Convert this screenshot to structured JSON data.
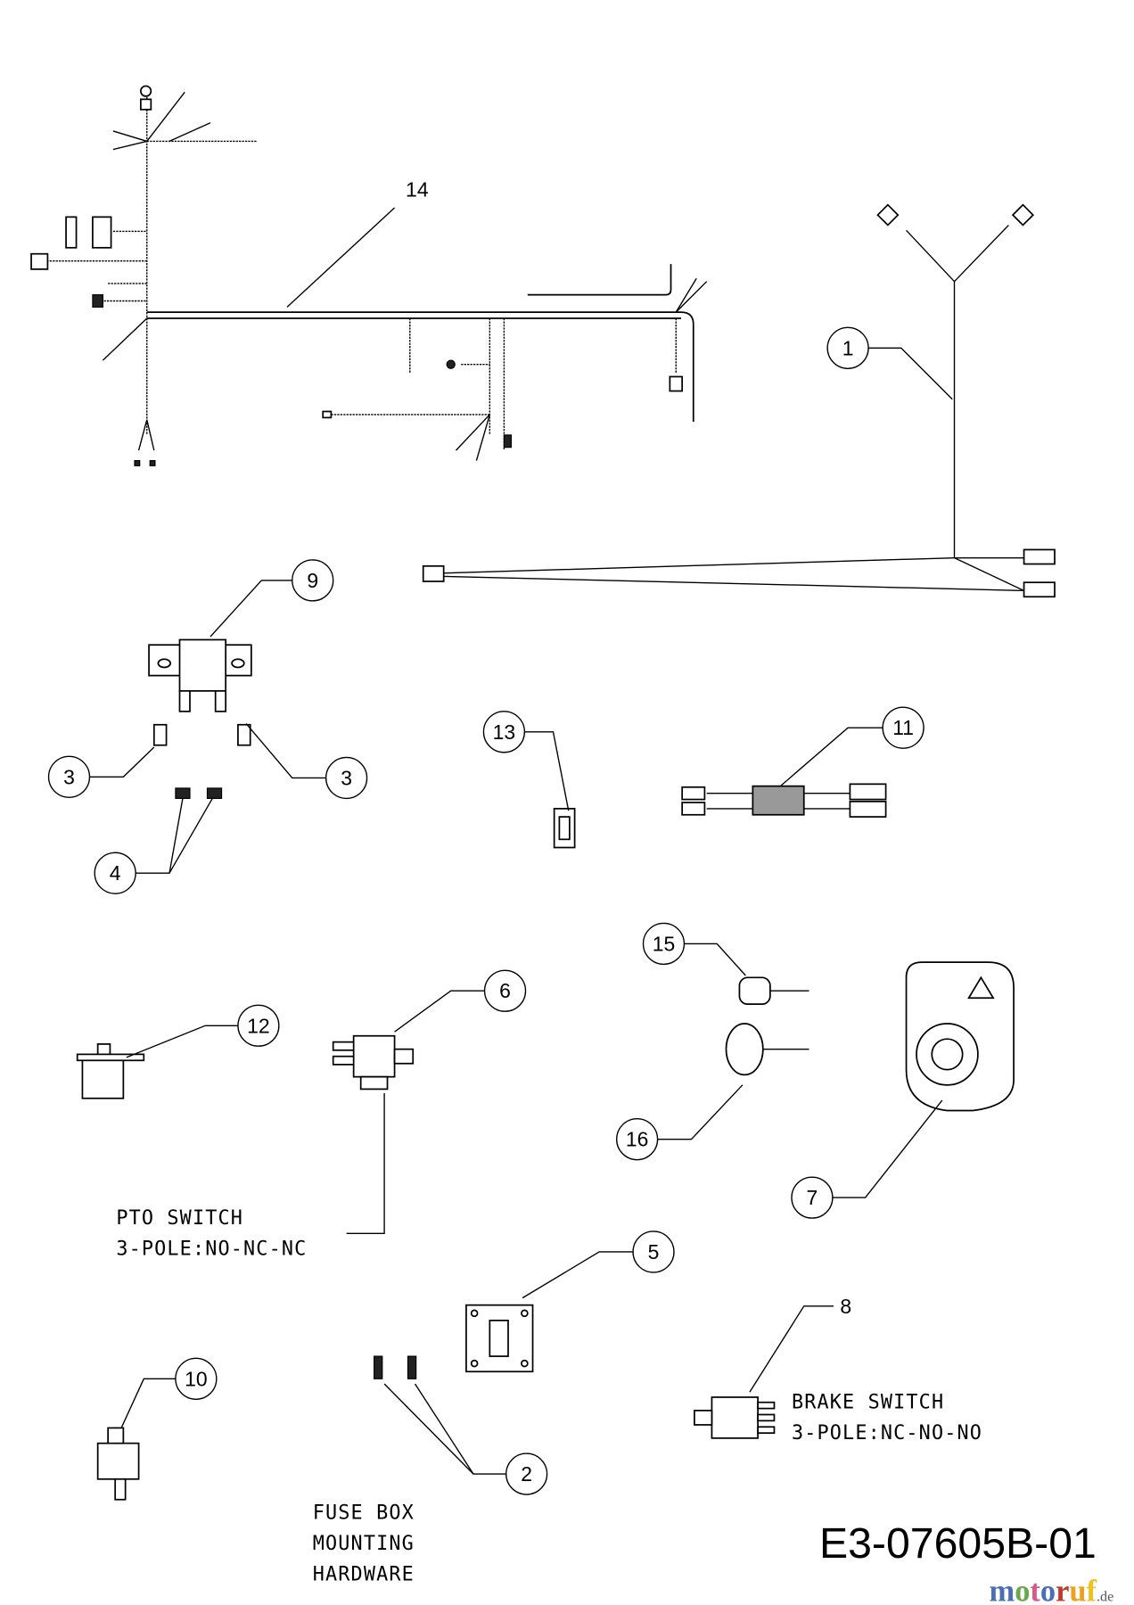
{
  "diagram": {
    "drawing_code": "E3-07605B-01",
    "watermark": "motoruf.de",
    "callouts": {
      "c1": "1",
      "c2": "2",
      "c3a": "3",
      "c3b": "3",
      "c4": "4",
      "c5": "5",
      "c6": "6",
      "c7": "7",
      "c8": "8",
      "c9": "9",
      "c10": "10",
      "c11": "11",
      "c12": "12",
      "c13": "13",
      "c14": "14",
      "c15": "15",
      "c16": "16"
    },
    "labels": {
      "pto_line1": "PTO SWITCH",
      "pto_line2": "3-POLE:NO-NC-NC",
      "brake_line1": "BRAKE SWITCH",
      "brake_line2": "3-POLE:NC-NO-NO",
      "fuse_line1": "FUSE BOX",
      "fuse_line2": "MOUNTING",
      "fuse_line3": "HARDWARE"
    }
  }
}
